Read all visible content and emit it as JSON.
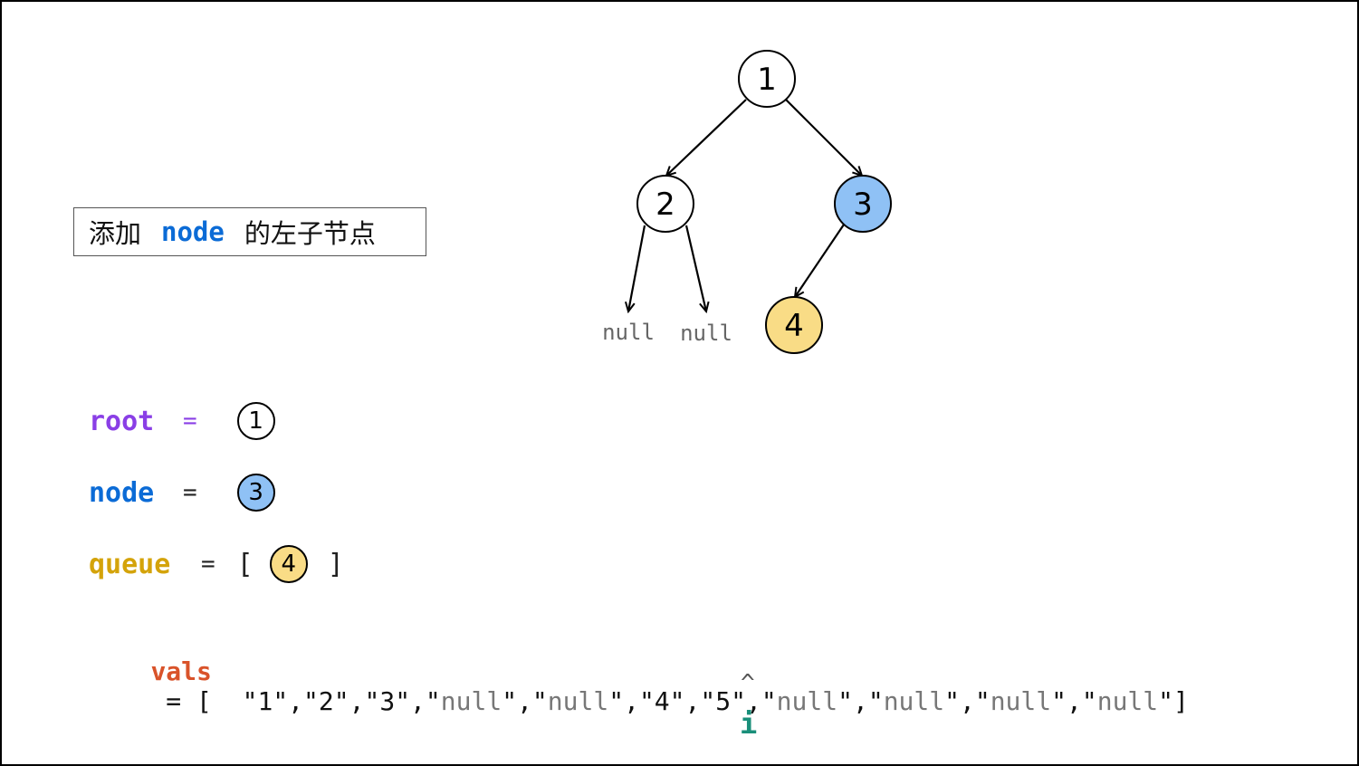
{
  "caption": {
    "prefix": "添加",
    "keyword": "node",
    "suffix": "的左子节点"
  },
  "tree": {
    "nodes": [
      {
        "id": "n1",
        "label": "1",
        "fill": "#ffffff"
      },
      {
        "id": "n2",
        "label": "2",
        "fill": "#ffffff"
      },
      {
        "id": "n3",
        "label": "3",
        "fill": "#8fc1f5"
      },
      {
        "id": "n4",
        "label": "4",
        "fill": "#f9dc86"
      }
    ],
    "null_labels": [
      "null",
      "null"
    ]
  },
  "vars": {
    "root": {
      "name": "root",
      "eq": "=",
      "value": "1",
      "name_color": "#8a3fe6",
      "fill": "#ffffff"
    },
    "node": {
      "name": "node",
      "eq": "=",
      "value": "3",
      "name_color": "#0b6bd6",
      "fill": "#8fc1f5"
    },
    "queue": {
      "name": "queue",
      "eq": "=",
      "open": "[",
      "close": "]",
      "items": [
        "4"
      ],
      "name_color": "#d4a30a",
      "fill": "#f9dc86"
    }
  },
  "vals": {
    "name": "vals",
    "eq": "=",
    "open": "[",
    "close": "]",
    "items": [
      "1",
      "2",
      "3",
      "null",
      "null",
      "4",
      "5",
      "null",
      "null",
      "null",
      "null"
    ],
    "pointer_index": 6,
    "caret": "^",
    "pointer_label": "i"
  }
}
